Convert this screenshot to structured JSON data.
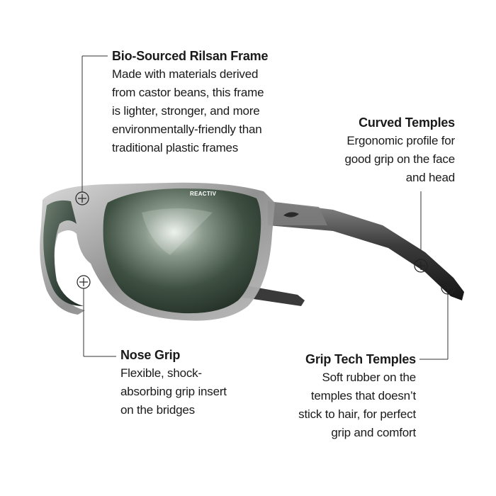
{
  "callouts": {
    "frame": {
      "title": "Bio-Sourced Rilsan Frame",
      "body": "Made with materials derived\nfrom castor beans, this frame\nis lighter, stronger, and more\nenvironmentally-friendly than\ntraditional plastic frames"
    },
    "curved_temples": {
      "title": "Curved Temples",
      "body": "Ergonomic profile for\ngood grip on the face\nand head"
    },
    "nose_grip": {
      "title": "Nose Grip",
      "body": "Flexible, shock-\nabsorbing grip insert\non the bridges"
    },
    "grip_tech": {
      "title": "Grip Tech Temples",
      "body": "Soft rubber on the\ntemples that doesn’t\nstick to hair, for perfect\ngrip and comfort"
    }
  },
  "product": {
    "lens_badge": "REACTIV",
    "frame_color": "#9a9a9a",
    "lens_color": "#2f3e33",
    "temple_color": "#2a2a2a"
  }
}
